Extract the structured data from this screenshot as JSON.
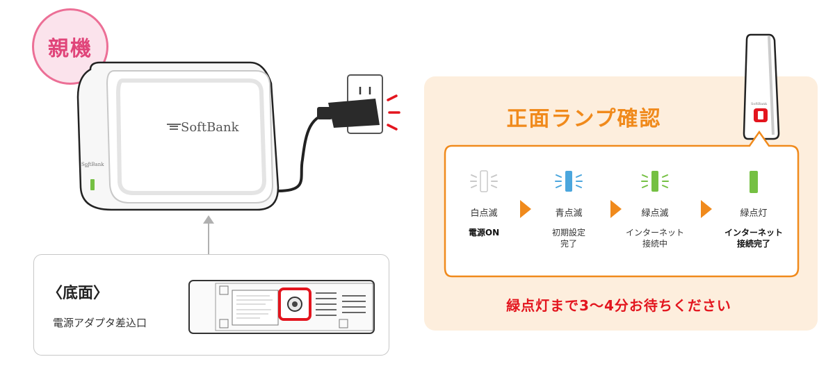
{
  "parent_device": {
    "badge_label": "親機",
    "brand_main": "SoftBank",
    "brand_side": "SoftBank",
    "underside": {
      "title": "〈底面〉",
      "caption": "電源アダプタ差込口"
    }
  },
  "lamp_check": {
    "title": "正面ランプ確認",
    "station_brand": "SoftBank",
    "steps": [
      {
        "status": "白点滅",
        "description": "電源ON",
        "color": "#e6e6e6",
        "blinking": true,
        "description_bold": true
      },
      {
        "status": "青点滅",
        "description": "初期設定\n完了",
        "color": "#4ba6dd",
        "blinking": true,
        "description_bold": false
      },
      {
        "status": "緑点滅",
        "description": "インターネット\n接続中",
        "color": "#75c043",
        "blinking": true,
        "description_bold": false
      },
      {
        "status": "緑点灯",
        "description": "インターネット\n接続完了",
        "color": "#75c043",
        "blinking": false,
        "description_bold": true
      }
    ],
    "wait_note": "緑点灯まで3～4分お待ちください"
  },
  "colors": {
    "accent_orange": "#f08a1c",
    "panel_bg": "#fdeedd",
    "badge_pink": "#ec6f96",
    "alert_red": "#e3151e",
    "lamp_green": "#75c043",
    "lamp_blue": "#4ba6dd"
  }
}
